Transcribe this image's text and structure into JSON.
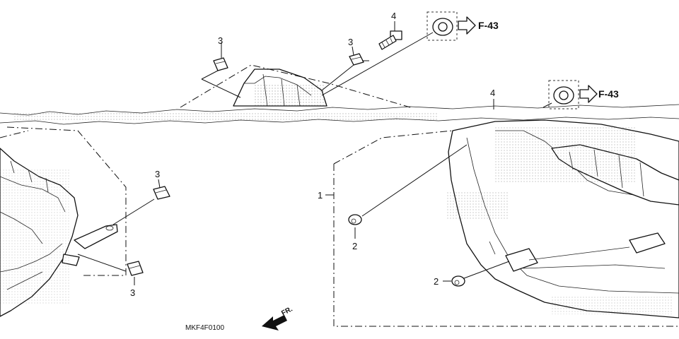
{
  "diagram": {
    "code": "MKF4F0100",
    "direction": "FR.",
    "refs": [
      "F-43",
      "F-43"
    ],
    "callouts": {
      "c1": "1",
      "c2a": "2",
      "c2b": "2",
      "c3a": "3",
      "c3b": "3",
      "c3c": "3",
      "c3d": "3",
      "c4a": "4",
      "c4b": "4"
    }
  }
}
